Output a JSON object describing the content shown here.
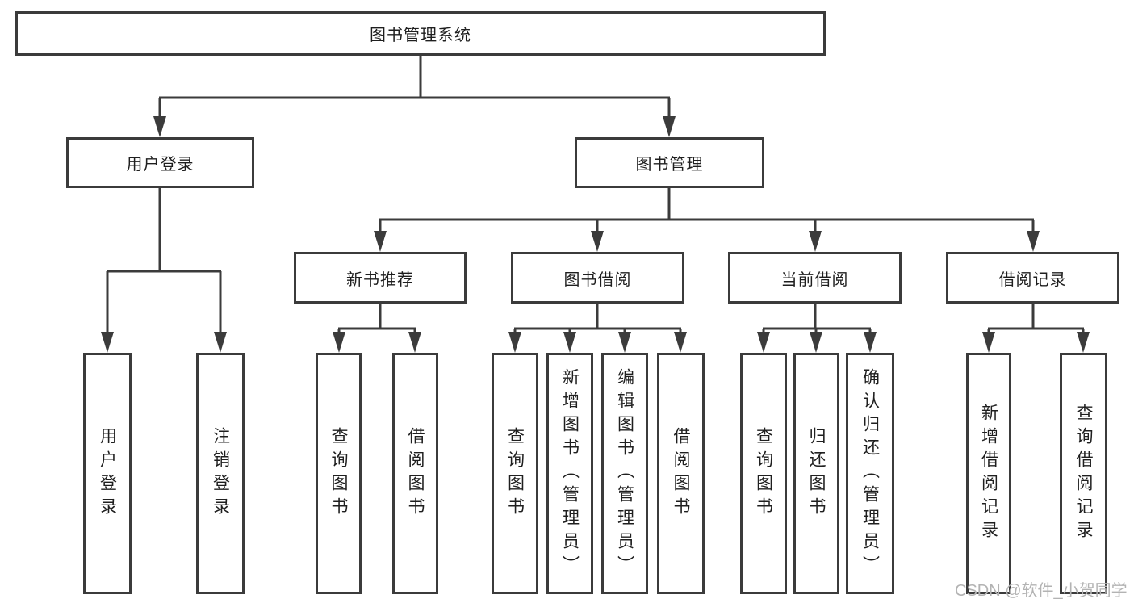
{
  "diagram": {
    "root": {
      "label": "图书管理系统"
    },
    "level2": [
      {
        "label": "用户登录"
      },
      {
        "label": "图书管理"
      }
    ],
    "level3": [
      {
        "label": "新书推荐"
      },
      {
        "label": "图书借阅"
      },
      {
        "label": "当前借阅"
      },
      {
        "label": "借阅记录"
      }
    ],
    "leaves": {
      "user_login": [
        "用户登录",
        "注销登录"
      ],
      "new_books": [
        "查询图书",
        "借阅图书"
      ],
      "book_borrow": [
        "查询图书",
        "新增图书（管理员）",
        "编辑图书（管理员）",
        "借阅图书"
      ],
      "current_borrow": [
        "查询图书",
        "归还图书",
        "确认归还（管理员）"
      ],
      "borrow_records": [
        "新增借阅记录",
        "查询借阅记录"
      ]
    },
    "colors": {
      "line": "#3b3b3b",
      "border": "#3b3b3b",
      "text": "#1f1f1f",
      "watermark_color": "#b3b3b3"
    }
  },
  "watermark": {
    "text": "CSDN @软件_小贺同学"
  }
}
